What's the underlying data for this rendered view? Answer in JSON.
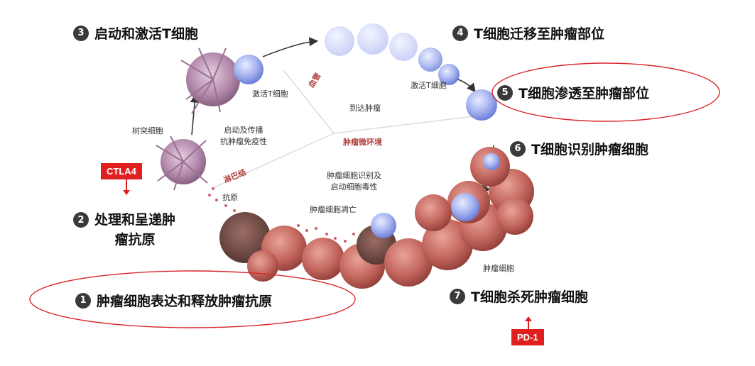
{
  "steps": {
    "s1": {
      "num": "1",
      "text": "肿瘤细胞表达和释放肿瘤抗原"
    },
    "s2": {
      "num": "2",
      "line1": "处理和呈递肿",
      "line2": "瘤抗原"
    },
    "s3": {
      "num": "3",
      "text": "启动和激活T细胞"
    },
    "s4": {
      "num": "4",
      "text": "T细胞迁移至肿瘤部位"
    },
    "s5": {
      "num": "5",
      "text": "T细胞渗透至肿瘤部位"
    },
    "s6": {
      "num": "6",
      "text": "T细胞识别肿瘤细胞"
    },
    "s7": {
      "num": "7",
      "text": "T细胞杀死肿瘤细胞"
    }
  },
  "labels": {
    "activated_t1": "激活T细胞",
    "activated_t2": "激活T细胞",
    "dendritic": "树突细胞",
    "antigen": "抗原",
    "prime_line1": "启动及传播",
    "prime_line2": "抗肿瘤免疫性",
    "blood_vessel": "血管",
    "lymph_node": "淋巴结",
    "reach_tumor": "到达肿瘤",
    "tumor_env": "肿瘤微环境",
    "recognize_line1": "肿瘤细胞识别及",
    "recognize_line2": "启动细胞毒性",
    "apoptosis": "肿瘤细胞凋亡",
    "tumor_cell": "肿瘤细胞"
  },
  "tags": {
    "ctla4": "CTLA4",
    "pd1": "PD-1"
  },
  "colors": {
    "tag_red": "#e02020",
    "tumor": "#b8504a",
    "tcell": "#8fa0e6",
    "dendritic": "#a07c9a"
  }
}
